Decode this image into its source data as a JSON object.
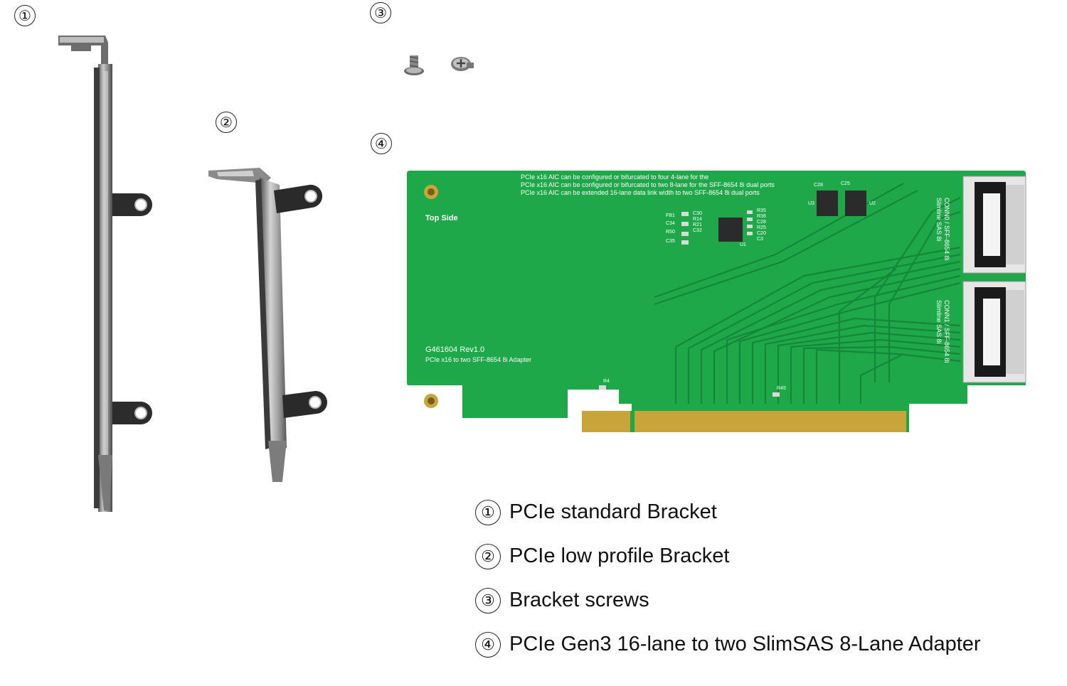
{
  "markers": {
    "m1": "①",
    "m2": "②",
    "m3": "③",
    "m4": "④"
  },
  "pcb": {
    "notes": [
      "PCIe x16 AIC can be configured or bifurcated to four 4-lane for the",
      "PCIe x16 AIC can be configured or bifurcated to two 8-lane for the SFF-8654 8i dual ports",
      "PCIe x16 AIC can be extended 16-lane data link width to two SFF-8654 8i dual ports"
    ],
    "side_label": "Top Side",
    "model": "G461604 Rev1.0",
    "description": "PCIe x16 to two SFF-8654 8i Adapter",
    "conn0": [
      "CONN0 / SFF-8654 8i",
      "Slimline SAS 8i"
    ],
    "conn1": [
      "CONN1 / SFF-8654 8i",
      "Slimline SAS 8i"
    ],
    "refs": [
      "FB1",
      "C34",
      "R50",
      "C35",
      "C30",
      "R14",
      "R21",
      "C32",
      "R35",
      "R36",
      "C28",
      "R25",
      "C20",
      "C3",
      "U1",
      "U2",
      "U3",
      "C28",
      "C25",
      "R4",
      "R45"
    ]
  },
  "legend": [
    {
      "num": "①",
      "text": "PCIe standard Bracket"
    },
    {
      "num": "②",
      "text": "PCIe low profile Bracket"
    },
    {
      "num": "③",
      "text": "Bracket screws"
    },
    {
      "num": "④",
      "text": "PCIe Gen3 16-lane to two SlimSAS 8-Lane  Adapter"
    }
  ],
  "colors": {
    "pcb_green": "#1fa84a",
    "trace_green": "#15863a",
    "gold": "#c9a43a",
    "metal": "#8a8a8a"
  }
}
